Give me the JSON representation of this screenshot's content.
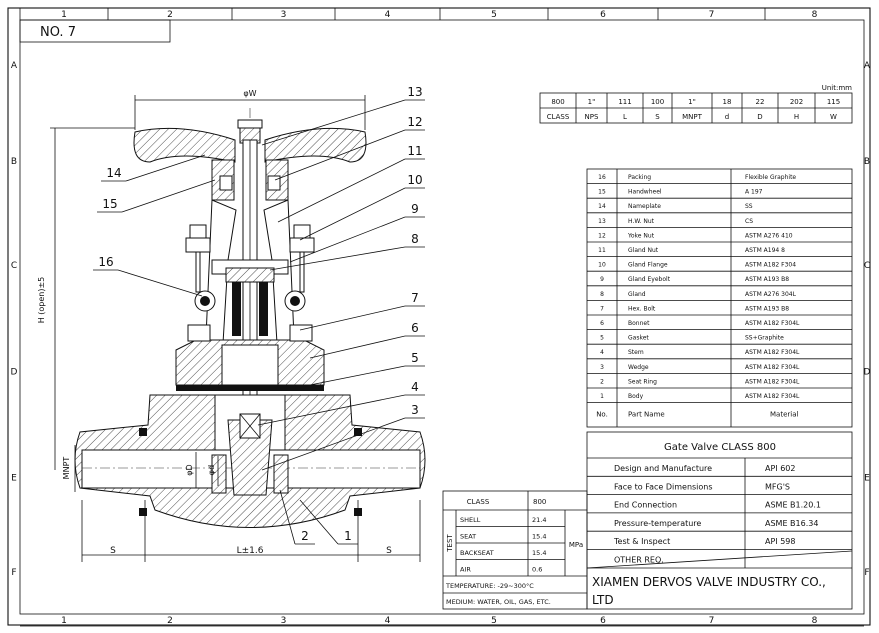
{
  "drawing_no": "NO. 7",
  "columns": [
    "1",
    "2",
    "3",
    "4",
    "5",
    "6",
    "7",
    "8"
  ],
  "rows": [
    "A",
    "B",
    "C",
    "D",
    "E",
    "F"
  ],
  "dimensions": {
    "unit": "Unit:mm",
    "headers": [
      "CLASS",
      "NPS",
      "L",
      "S",
      "MNPT",
      "d",
      "D",
      "H",
      "W"
    ],
    "values": [
      "800",
      "1\"",
      "111",
      "100",
      "1\"",
      "18",
      "22",
      "202",
      "115"
    ]
  },
  "parts_header": {
    "no": "No.",
    "name": "Part Name",
    "material": "Material"
  },
  "parts": [
    {
      "no": "16",
      "name": "Packing",
      "material": "Flexible Graphite"
    },
    {
      "no": "15",
      "name": "Handwheel",
      "material": "A 197"
    },
    {
      "no": "14",
      "name": "Nameplate",
      "material": "SS"
    },
    {
      "no": "13",
      "name": "H.W. Nut",
      "material": "CS"
    },
    {
      "no": "12",
      "name": "Yoke Nut",
      "material": "ASTM A276 410"
    },
    {
      "no": "11",
      "name": "Gland Nut",
      "material": "ASTM A194 8"
    },
    {
      "no": "10",
      "name": "Gland Flange",
      "material": "ASTM A182 F304"
    },
    {
      "no": "9",
      "name": "Gland Eyebolt",
      "material": "ASTM A193 B8"
    },
    {
      "no": "8",
      "name": "Gland",
      "material": "ASTM A276 304L"
    },
    {
      "no": "7",
      "name": "Hex. Bolt",
      "material": "ASTM A193 B8"
    },
    {
      "no": "6",
      "name": "Bonnet",
      "material": "ASTM A182 F304L"
    },
    {
      "no": "5",
      "name": "Gasket",
      "material": "SS+Graphite"
    },
    {
      "no": "4",
      "name": "Stem",
      "material": "ASTM A182 F304L"
    },
    {
      "no": "3",
      "name": "Wedge",
      "material": "ASTM A182 F304L"
    },
    {
      "no": "2",
      "name": "Seat Ring",
      "material": "ASTM A182 F304L"
    },
    {
      "no": "1",
      "name": "Body",
      "material": "ASTM A182 F304L"
    }
  ],
  "title_block": {
    "title": "Gate Valve   CLASS 800",
    "rows": [
      {
        "label": "Design and Manufacture",
        "value": "API 602"
      },
      {
        "label": "Face to Face Dimensions",
        "value": "MFG'S"
      },
      {
        "label": "End Connection",
        "value": "ASME B1.20.1"
      },
      {
        "label": "Pressure-temperature",
        "value": "ASME B16.34"
      },
      {
        "label": "Test & Inspect",
        "value": "API 598"
      },
      {
        "label": "OTHER REQ.",
        "value": ""
      }
    ],
    "company_line1": "XIAMEN DERVOS VALVE INDUSTRY CO.,",
    "company_line2": "LTD"
  },
  "test_block": {
    "class_label": "CLASS",
    "class_value": "800",
    "side_label": "TEST",
    "unit": "MPa",
    "rows": [
      {
        "label": "SHELL",
        "value": "21.4"
      },
      {
        "label": "SEAT",
        "value": "15.4"
      },
      {
        "label": "BACKSEAT",
        "value": "15.4"
      },
      {
        "label": "AIR",
        "value": "0.6"
      }
    ],
    "temperature": "TEMPERATURE: -29~300°C",
    "medium": "MEDIUM: WATER, OIL, GAS, ETC."
  },
  "drawing_labels": {
    "phiW": "φW",
    "H": "H (open)±5",
    "MNPT": "MNPT",
    "phiD": "φD",
    "phid": "φd",
    "S_left": "S",
    "S_right": "S",
    "L": "L±1.6"
  },
  "balloons": [
    {
      "n": "13"
    },
    {
      "n": "12"
    },
    {
      "n": "11"
    },
    {
      "n": "10"
    },
    {
      "n": "9"
    },
    {
      "n": "8"
    },
    {
      "n": "16"
    },
    {
      "n": "14"
    },
    {
      "n": "15"
    },
    {
      "n": "7"
    },
    {
      "n": "6"
    },
    {
      "n": "5"
    },
    {
      "n": "4"
    },
    {
      "n": "3"
    },
    {
      "n": "2"
    },
    {
      "n": "1"
    }
  ]
}
